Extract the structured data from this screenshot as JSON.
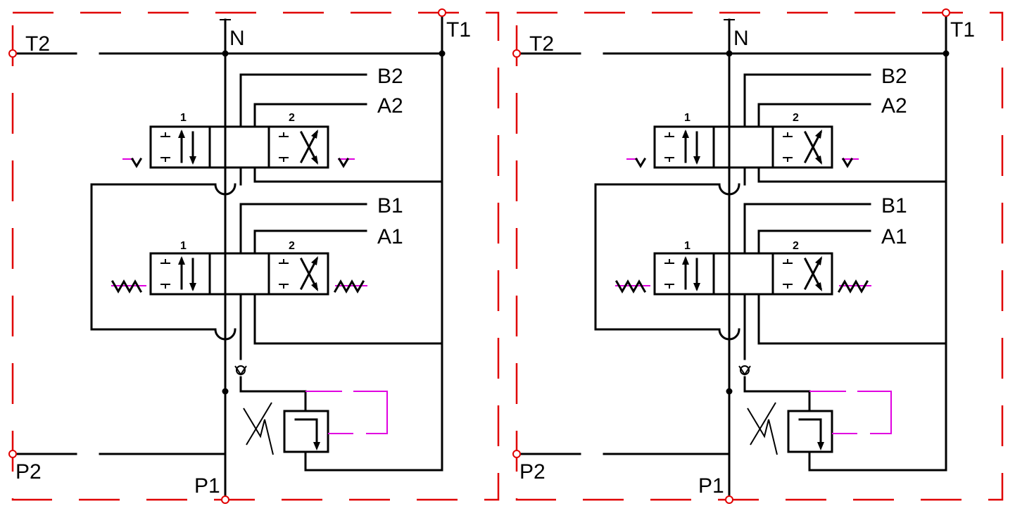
{
  "diagrams": [
    {
      "labels": {
        "t2": "T2",
        "n": "N",
        "t1": "T1",
        "b2": "B2",
        "a2": "A2",
        "b1": "B1",
        "a1": "A1",
        "p2": "P2",
        "p1": "P1"
      },
      "section_upper": {
        "pos_left": "1",
        "pos_right": "2"
      },
      "section_lower": {
        "pos_left": "1",
        "pos_right": "2"
      }
    },
    {
      "labels": {
        "t2": "T2",
        "n": "N",
        "t1": "T1",
        "b2": "B2",
        "a2": "A2",
        "b1": "B1",
        "a1": "A1",
        "p2": "P2",
        "p1": "P1"
      },
      "section_upper": {
        "pos_left": "1",
        "pos_right": "2"
      },
      "section_lower": {
        "pos_left": "1",
        "pos_right": "2"
      }
    }
  ],
  "colors": {
    "lines": "#000000",
    "boundary": "#e00000",
    "pilot": "#e000e0"
  }
}
